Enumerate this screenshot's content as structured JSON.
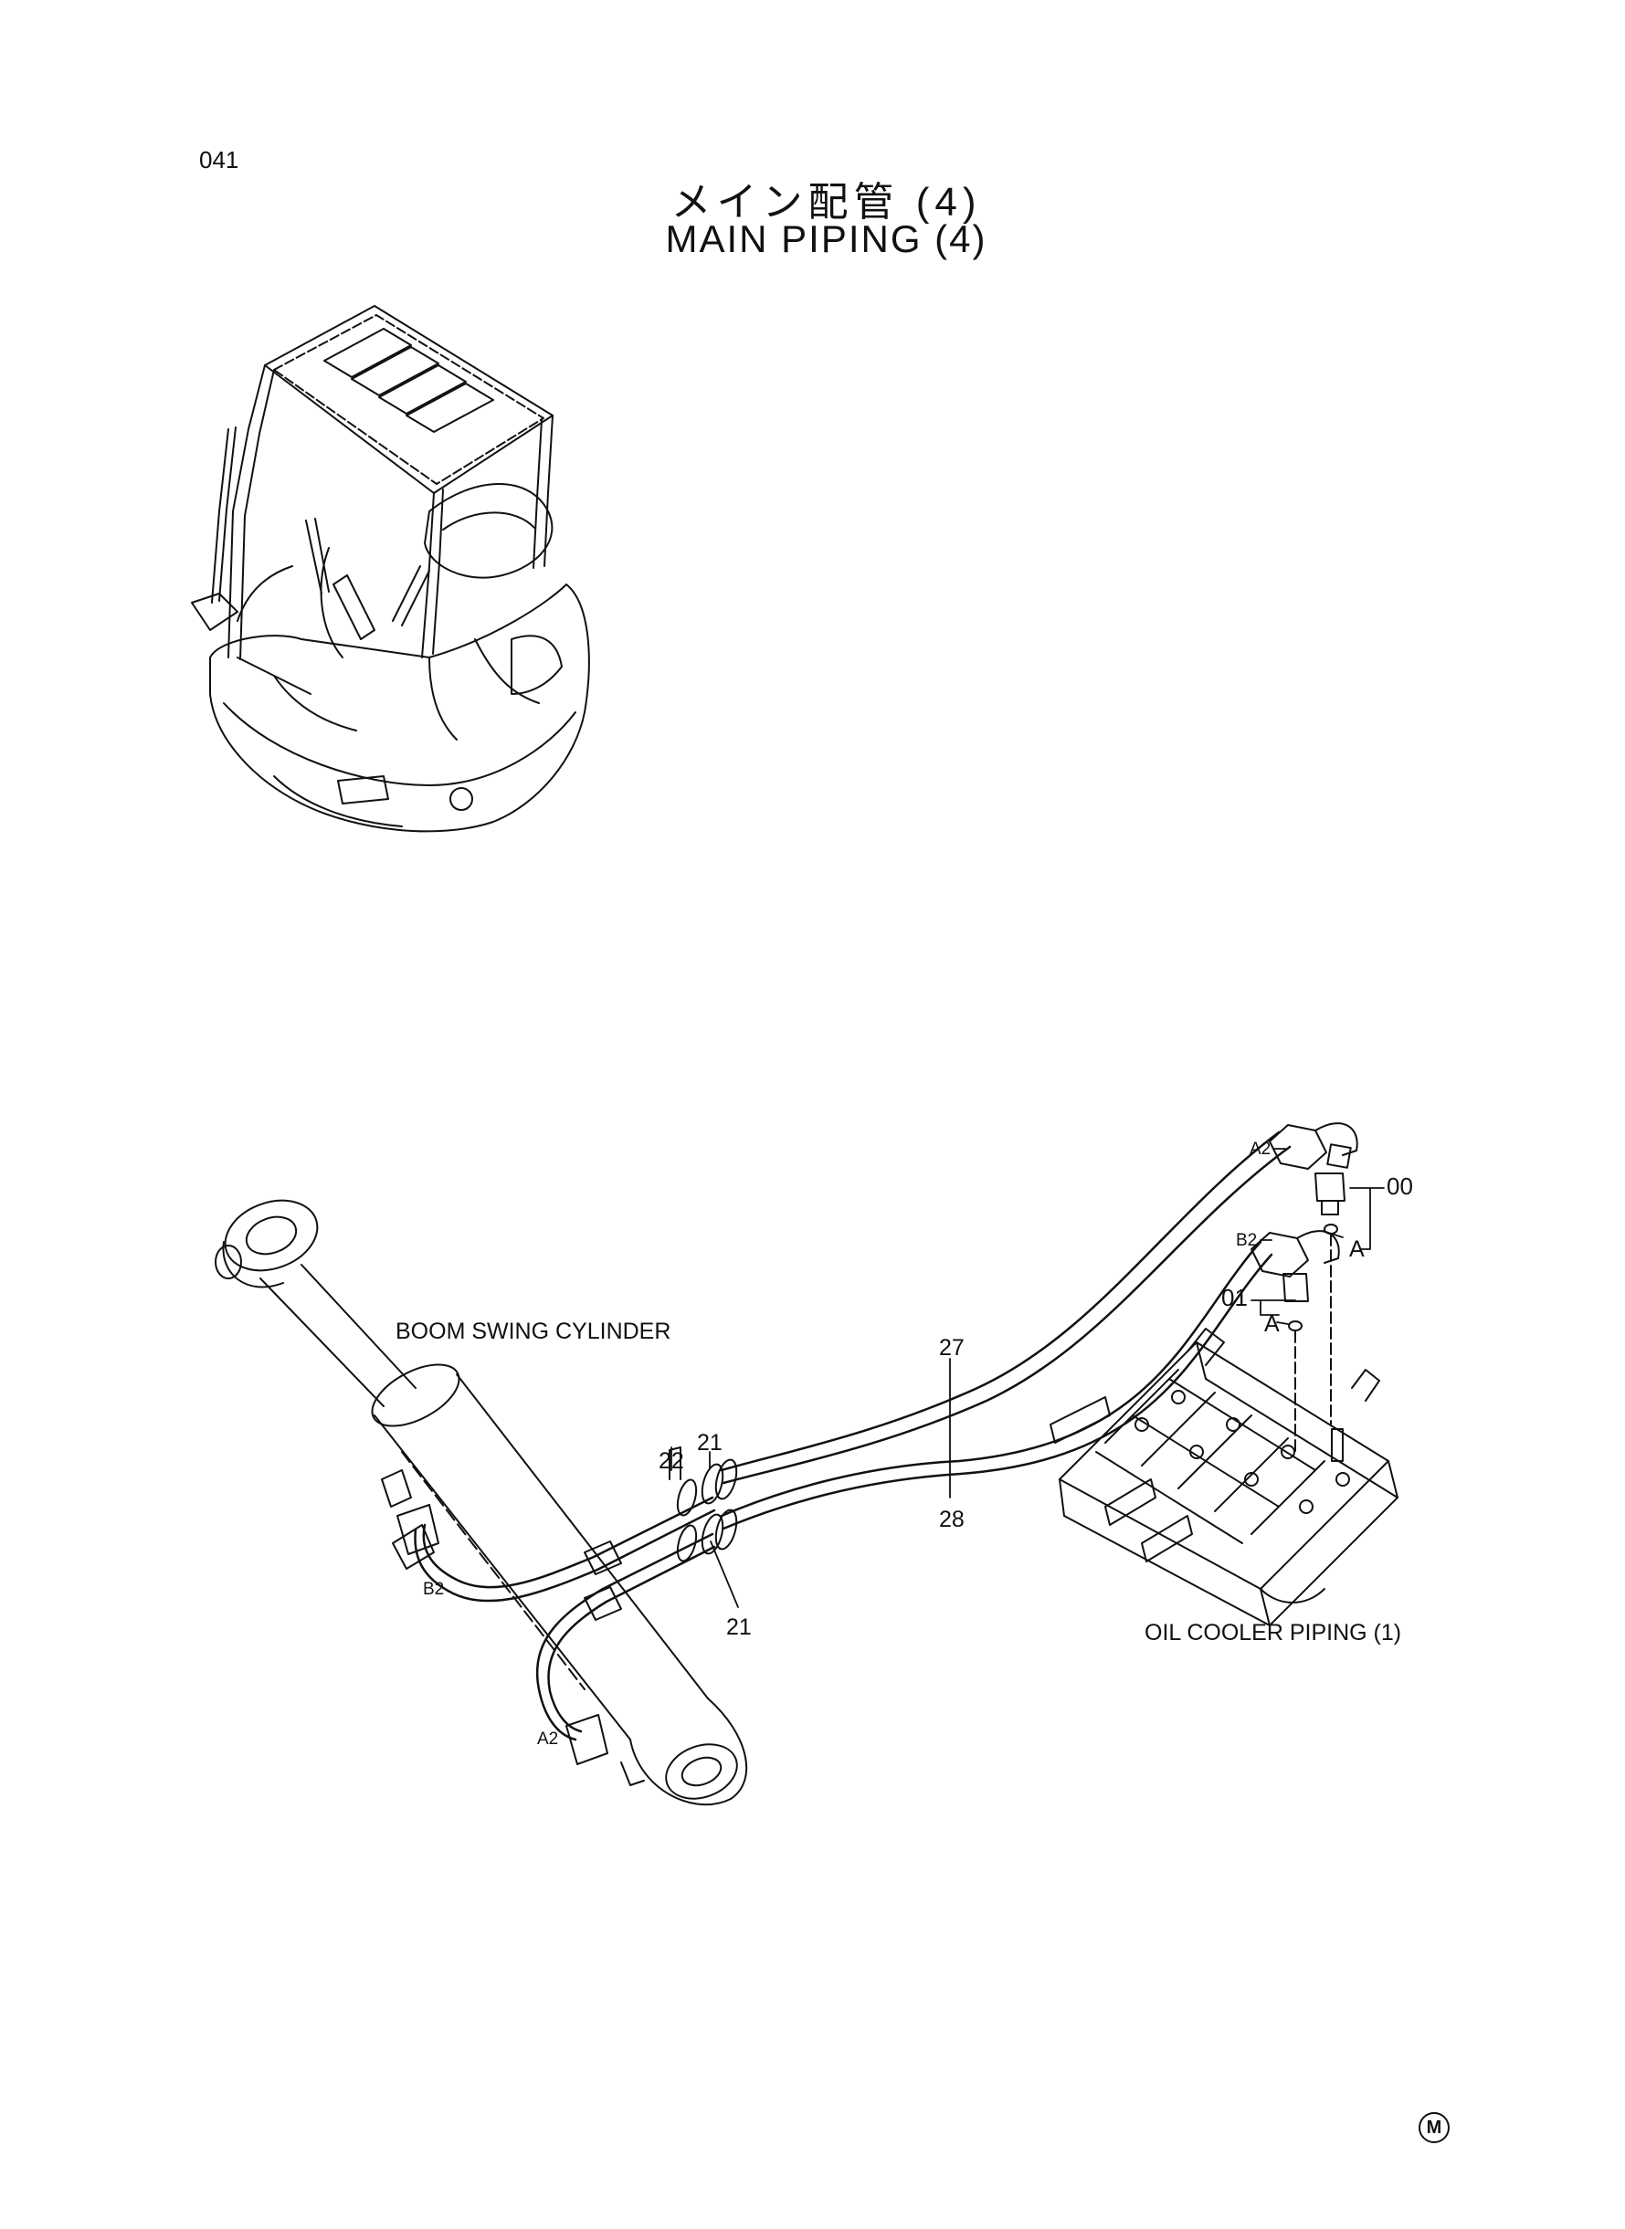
{
  "page": {
    "number": "041",
    "title_jp": "メイン配管 (4)",
    "title_en": "MAIN PIPING (4)"
  },
  "callouts": {
    "boom_swing_cylinder": "BOOM SWING CYLINDER",
    "oil_cooler_piping": "OIL COOLER PIPING (1)",
    "p27": "27",
    "p28": "28",
    "p21_top": "21",
    "p21_bottom": "21",
    "p22": "22",
    "p00": "00",
    "p01": "01",
    "a_upper": "A",
    "a_lower": "A",
    "a2_top": "A2",
    "b2_top": "B2",
    "b2_left": "B2",
    "a2_bottom": "A2"
  },
  "mark": "M"
}
